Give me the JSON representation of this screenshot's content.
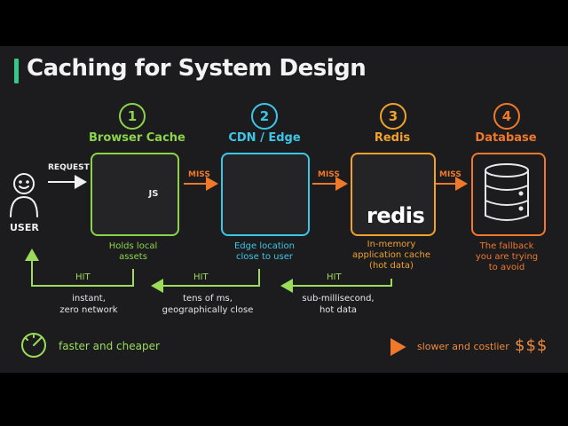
{
  "title": "Caching for System Design",
  "user": {
    "label": "USER",
    "request_label": "REQUEST"
  },
  "steps": [
    {
      "number": "1",
      "title": "Browser Cache",
      "caption_lines": [
        "Holds local",
        "assets"
      ],
      "color": "#8bd44a",
      "icon": "browser-window-icon",
      "badge": "JS"
    },
    {
      "number": "2",
      "title": "CDN / Edge",
      "caption_lines": [
        "Edge location",
        "close to user"
      ],
      "color": "#3bc6e8",
      "icon": "globe-network-icon"
    },
    {
      "number": "3",
      "title": "Redis",
      "caption_lines": [
        "In-memory",
        "application cache",
        "(hot data)"
      ],
      "color": "#f0a22a",
      "icon": "redis-logo-icon",
      "logo_text": "redis"
    },
    {
      "number": "4",
      "title": "Database",
      "caption_lines": [
        "The fallback",
        "you are trying",
        "to avoid"
      ],
      "color": "#f0782a",
      "icon": "database-icon"
    }
  ],
  "miss_labels": [
    "MISS",
    "MISS",
    "MISS"
  ],
  "hits": [
    {
      "label": "HIT",
      "desc_lines": [
        "instant,",
        "zero network"
      ]
    },
    {
      "label": "HIT",
      "desc_lines": [
        "tens of ms,",
        "geographically close"
      ]
    },
    {
      "label": "HIT",
      "desc_lines": [
        "sub-millisecond,",
        "hot data"
      ]
    }
  ],
  "legend": {
    "left": "faster and cheaper",
    "right": "slower and costlier",
    "dollars": "$$$",
    "icon": "speedometer-icon"
  },
  "colors": {
    "green": "#8bd44a",
    "cyan": "#3bc6e8",
    "amber": "#f0a22a",
    "orange": "#f0782a",
    "hit": "#9bdc5a",
    "redis_red": "#d82c20"
  }
}
